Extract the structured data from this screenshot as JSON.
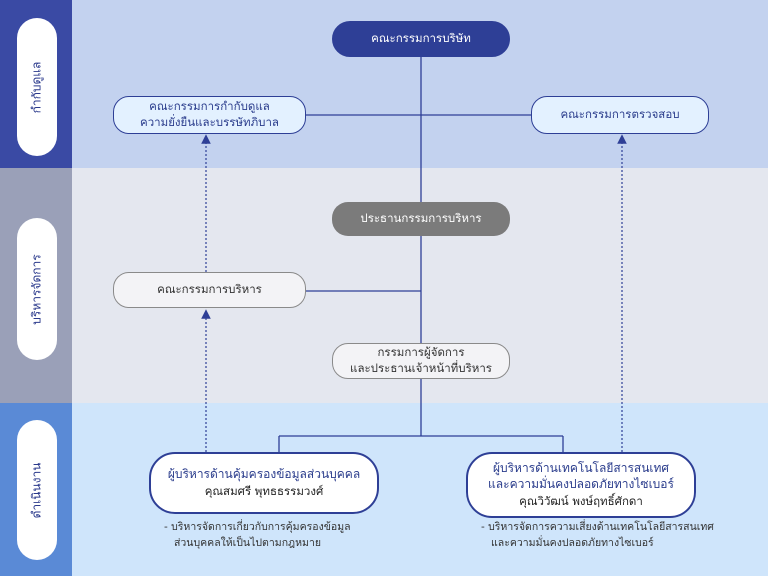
{
  "sections": {
    "governance": "กำกับดูแล",
    "management": "บริหารจัดการ",
    "operations": "ดำเนินงาน"
  },
  "nodes": {
    "board": "คณะกรรมการบริษัท",
    "governance_committee_line1": "คณะกรรมการกำกับดูแล",
    "governance_committee_line2": "ความยั่งยืนและบรรษัทภิบาล",
    "audit_committee": "คณะกรรมการตรวจสอบ",
    "executive_chairman": "ประธานกรรมการบริหาร",
    "executive_committee": "คณะกรรมการบริหาร",
    "md_line1": "กรรมการผู้จัดการ",
    "md_line2": "และประธานเจ้าหน้าที่บริหาร",
    "privacy_exec_title": "ผู้บริหารด้านคุ้มครองข้อมูลส่วนบุคคล",
    "privacy_exec_name": "คุณสมศรี พุทธธรรมวงศ์",
    "it_exec_title_line1": "ผู้บริหารด้านเทคโนโลยีสารสนเทศ",
    "it_exec_title_line2": "และความมั่นคงปลอดภัยทางไซเบอร์",
    "it_exec_name": "คุณวิวัฒน์ พงษ์ฤทธิ์ศักดา"
  },
  "notes": {
    "privacy_line1": "- บริหารจัดการเกี่ยวกับการคุ้มครองข้อมูล",
    "privacy_line2": "ส่วนบุคคลให้เป็นไปตามกฎหมาย",
    "it_line1": "- บริหารจัดการความเสี่ยงด้านเทคโนโลยีสารสนเทศ",
    "it_line2": "และความมั่นคงปลอดภัยทางไซเบอร์"
  },
  "colors": {
    "governance_band": "#c3d2ef",
    "management_band": "#e4e7ef",
    "operations_band": "#cfe5fb",
    "governance_side": "#3a4aa4",
    "management_side": "#9aa0b8",
    "operations_side": "#5a8ad6",
    "primary": "#2e3f96"
  }
}
